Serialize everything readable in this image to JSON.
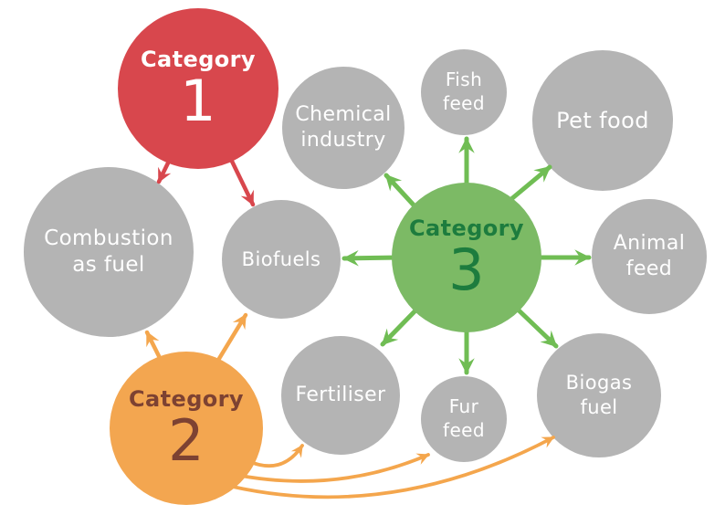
{
  "colors": {
    "red": "#d8474d",
    "orange": "#f3a650",
    "green": "#7cba65",
    "gray": "#b4b4b4",
    "node_text": "#ffffff",
    "category2_text": "#7d4232",
    "category3_text": "#1d7c3e",
    "arrow_red": "#d8474d",
    "arrow_orange": "#f4a64d",
    "arrow_green": "#70bd54",
    "background": "#ffffff"
  },
  "nodes": {
    "category1": {
      "label": "Category",
      "number": "1"
    },
    "category2": {
      "label": "Category",
      "number": "2"
    },
    "category3": {
      "label": "Category",
      "number": "3"
    },
    "combustion": {
      "line1": "Combustion",
      "line2": "as fuel"
    },
    "biofuels": {
      "line1": "Biofuels"
    },
    "chemical": {
      "line1": "Chemical",
      "line2": "industry"
    },
    "fish": {
      "line1": "Fish",
      "line2": "feed"
    },
    "pet": {
      "line1": "Pet food"
    },
    "animal": {
      "line1": "Animal",
      "line2": "feed"
    },
    "fertiliser": {
      "line1": "Fertiliser"
    },
    "fur": {
      "line1": "Fur",
      "line2": "feed"
    },
    "biogas": {
      "line1": "Biogas",
      "line2": "fuel"
    }
  },
  "edges": [
    {
      "from": "category-1",
      "to": "combustion-as-fuel",
      "color": "red"
    },
    {
      "from": "category-1",
      "to": "biofuels",
      "color": "red"
    },
    {
      "from": "category-2",
      "to": "combustion-as-fuel",
      "color": "orange"
    },
    {
      "from": "category-2",
      "to": "biofuels",
      "color": "orange"
    },
    {
      "from": "category-2",
      "to": "fertiliser",
      "color": "orange"
    },
    {
      "from": "category-2",
      "to": "fur-feed",
      "color": "orange"
    },
    {
      "from": "category-2",
      "to": "biogas-fuel",
      "color": "orange"
    },
    {
      "from": "category-3",
      "to": "chemical-industry",
      "color": "green"
    },
    {
      "from": "category-3",
      "to": "fish-feed",
      "color": "green"
    },
    {
      "from": "category-3",
      "to": "pet-food",
      "color": "green"
    },
    {
      "from": "category-3",
      "to": "animal-feed",
      "color": "green"
    },
    {
      "from": "category-3",
      "to": "biofuels",
      "color": "green"
    },
    {
      "from": "category-3",
      "to": "fertiliser",
      "color": "green"
    },
    {
      "from": "category-3",
      "to": "fur-feed",
      "color": "green"
    },
    {
      "from": "category-3",
      "to": "biogas-fuel",
      "color": "green"
    }
  ]
}
